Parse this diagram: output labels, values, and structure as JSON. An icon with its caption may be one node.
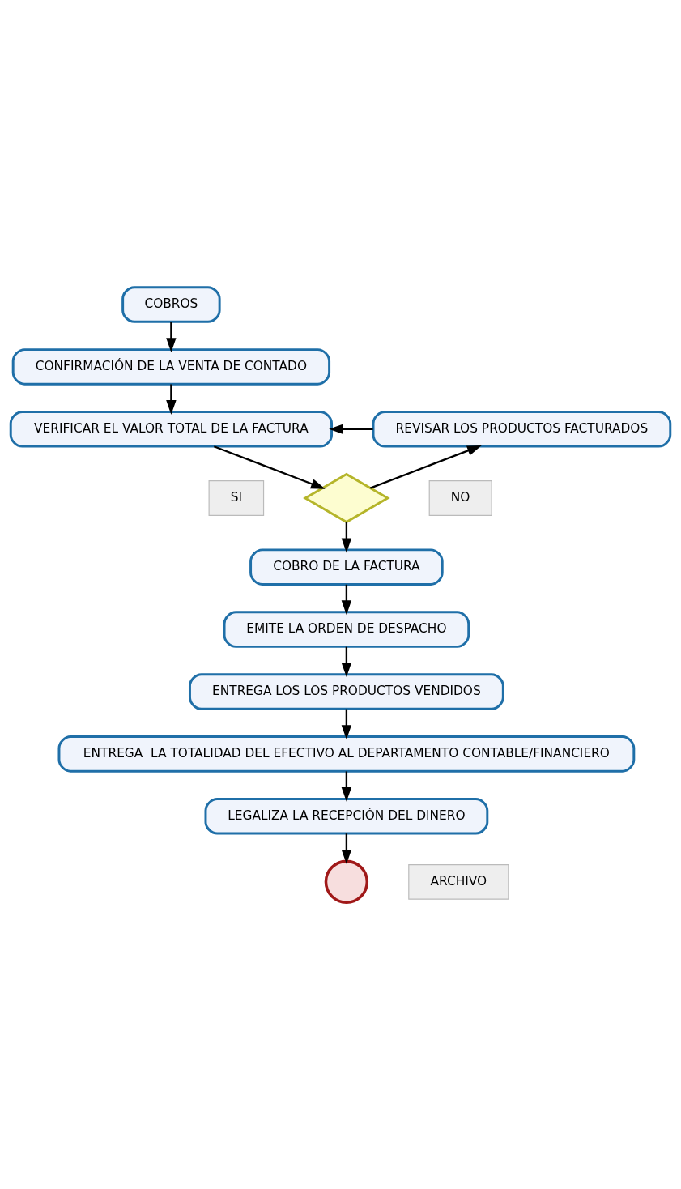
{
  "diagram": {
    "nodes": [
      {
        "text": [
          "COBROS"
        ]
      },
      {
        "text": [
          "CONFIRMACIÓN DE LA VENTA DE CONTADO"
        ]
      },
      {
        "text": [
          "VERIFICAR EL VALOR TOTAL DE LA FACTURA"
        ]
      },
      {
        "text": [
          "REVISAR LOS PRODUCTOS FACTURADOS"
        ]
      },
      {
        "text": [
          "NO"
        ]
      },
      {
        "text": [],
        "shape": "diamond"
      },
      {
        "text": [
          "SI"
        ]
      },
      {
        "text": [
          "COBRO DE LA FACTURA"
        ]
      },
      {
        "text": [
          "EMITE LA ORDEN DE DESPACHO"
        ]
      },
      {
        "text": [
          "ENTREGA LOS LOS PRODUCTOS VENDIDOS"
        ]
      },
      {
        "text": [
          "ENTREGA  LA TOTALIDAD DEL EFECTIVO AL DEPARTAMENTO CONTABLE/FINANCIERO"
        ]
      },
      {
        "text": [
          "LEGALIZA LA RECEPCIÓN DEL DINERO"
        ]
      },
      {
        "text": [],
        "shape": "circle"
      },
      {
        "text": [
          "ARCHIVO"
        ]
      }
    ],
    "edges": [
      {
        "from": 0,
        "to": 1,
        "arrow": "to"
      },
      {
        "from": 1,
        "to": 2,
        "arrow": "to"
      },
      {
        "from": 2,
        "to": 5,
        "arrow": "to"
      },
      {
        "from": 5,
        "to": 3,
        "arrow": "to"
      },
      {
        "from": 3,
        "to": 2,
        "arrow": "to"
      },
      {
        "from": 5,
        "to": 7,
        "arrow": "to"
      },
      {
        "from": 7,
        "to": 8,
        "arrow": "to"
      },
      {
        "from": 8,
        "to": 9,
        "arrow": "to"
      },
      {
        "from": 9,
        "to": 10,
        "arrow": "to"
      },
      {
        "from": 10,
        "to": 11,
        "arrow": "to"
      },
      {
        "from": 11,
        "to": 12,
        "arrow": "to"
      }
    ]
  }
}
